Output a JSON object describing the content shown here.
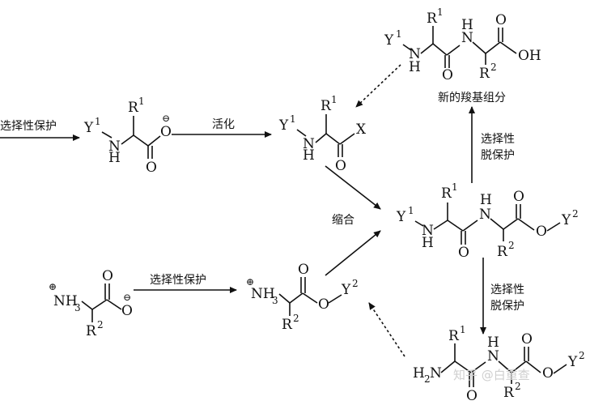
{
  "labels": {
    "selective_protection": "选择性保护",
    "activation": "活化",
    "condensation": "缩合",
    "selective_deprotection_line1": "选择性",
    "selective_deprotection_line2": "脱保护",
    "new_peptide_component": "新的羧基组分",
    "watermark": "知乎 @白重查"
  },
  "atoms": {
    "y1": "Y",
    "y2": "Y",
    "one": "1",
    "two": "2",
    "r": "R",
    "n": "N",
    "h": "H",
    "o": "O",
    "x": "X",
    "oh": "OH",
    "nh3": "NH",
    "three": "3",
    "h2n": "H",
    "n_sub": "N",
    "plus": "⊕",
    "minus": "⊖"
  }
}
